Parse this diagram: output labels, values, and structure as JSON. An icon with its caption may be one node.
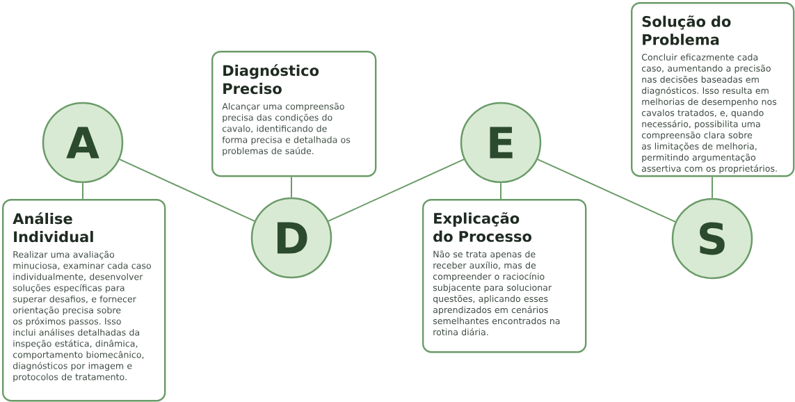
{
  "diagram": {
    "nodes": [
      {
        "text": [
          "A"
        ]
      },
      {
        "text": [
          "Análise Individual",
          "Realizar uma avaliação minuciosa, examinar cada caso individualmente, desenvolver soluções específicas para superar desafios, e fornecer orientação precisa sobre os próximos passos. Isso inclui análises detalhadas da inspeção estática, dinâmica, comportamento biomecânico, diagnósticos por imagem e protocolos de tratamento."
        ]
      },
      {
        "text": [
          "D"
        ]
      },
      {
        "text": [
          "Diagnóstico Preciso",
          "Alcançar uma compreensão precisa das condições do cavalo, identificando de forma precisa e detalhada os problemas de saúde."
        ]
      },
      {
        "text": [
          "E"
        ]
      },
      {
        "text": [
          "Explicação do Processo",
          "Não se trata apenas de receber auxílio, mas de compreender o raciocínio subjacente para solucionar questões, aplicando esses aprendizados em cenários semelhantes encontrados na rotina diária."
        ]
      },
      {
        "text": [
          "S"
        ]
      },
      {
        "text": [
          "Solução do Problema",
          "Concluir eficazmente cada caso, aumentando a precisão nas decisões baseadas em diagnósticos. Isso resulta em melhorias de desempenho nos cavalos tratados, e, quando necessário, possibilita uma compreensão clara sobre as limitações de melhoria, permitindo argumentação assertiva com os proprietários."
        ]
      }
    ],
    "edges": [
      {
        "from": 0,
        "to": 2,
        "arrow": "none"
      },
      {
        "from": 2,
        "to": 4,
        "arrow": "none"
      },
      {
        "from": 4,
        "to": 6,
        "arrow": "none"
      },
      {
        "from": 0,
        "to": 1,
        "arrow": "none"
      },
      {
        "from": 2,
        "to": 3,
        "arrow": "none"
      },
      {
        "from": 4,
        "to": 5,
        "arrow": "none"
      },
      {
        "from": 6,
        "to": 7,
        "arrow": "none"
      }
    ]
  }
}
